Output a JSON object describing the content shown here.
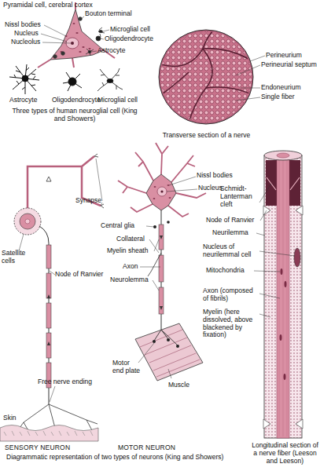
{
  "diagram": {
    "labels": [
      "Pyramidal cell, cerebral cortex",
      "Bouton terminal",
      "Nissl bodies",
      "Microglial cell",
      "Nucleus",
      "Oligodendrocyte",
      "Nucleolus",
      "Astrocyte",
      "Astrocyte",
      "Oligodendrocyte",
      "Microglial cell",
      "Three types of human neuroglial cell (King and Showers)",
      "Perineurium",
      "Perineurial septum",
      "Endoneurium",
      "Single fiber",
      "Transverse section of a nerve",
      "Nissl bodies",
      "Nucleus",
      "Synapse",
      "Central glia",
      "Collateral",
      "Myelin sheath",
      "Axon",
      "Neurolemma",
      "Satellite cells",
      "Node of Ranvier",
      "Free nerve ending",
      "Skin",
      "Motor end plate",
      "Muscle",
      "SENSORY NEURON",
      "MOTOR NEURON",
      "Diagrammatic representation of two types of neurons (King and Showers)",
      "Schmidt-Lanterman cleft",
      "Node of Ranvier",
      "Neurilemma",
      "Nucleus of neurilemmal cell",
      "Mitochondria",
      "Axon (composed of fibrils)",
      "Myelin (here dissolved, above blackened by fixation)",
      "Longitudinal section of a nerve fiber (Leeson and Leeson)"
    ]
  }
}
